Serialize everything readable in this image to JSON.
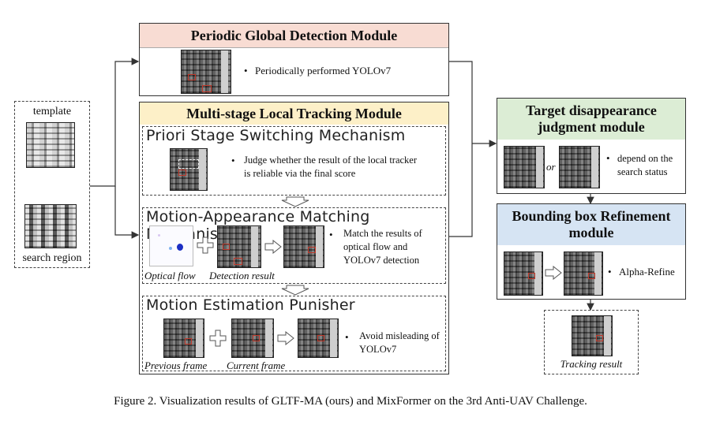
{
  "input": {
    "template_label": "template",
    "search_label": "search region"
  },
  "periodic": {
    "title": "Periodic Global Detection Module",
    "text": "Periodically performed YOLOv7",
    "title_bg": "#f8dcd3"
  },
  "multistage": {
    "title": "Multi-stage Local Tracking Module",
    "title_bg": "#fdf0c8",
    "priori": {
      "title": "Priori Stage Switching Mechanism",
      "text": "Judge whether the result of the local tracker is reliable via the final score"
    },
    "motion": {
      "title": "Motion-Appearance Matching Mechanism",
      "text": "Match the results of optical flow and YOLOv7 detection",
      "caption_flow": "Optical flow",
      "caption_detect": "Detection result"
    },
    "punisher": {
      "title": "Motion Estimation Punisher",
      "text": "Avoid misleading of YOLOv7",
      "caption_prev": "Previous frame",
      "caption_curr": "Current frame"
    }
  },
  "disappearance": {
    "title": "Target disappearance judgment module",
    "or_text": "or",
    "text": "depend on the search status",
    "title_bg": "#dcedd5"
  },
  "refinement": {
    "title": "Bounding box Refinement module",
    "text": "Alpha-Refine",
    "title_bg": "#d6e4f3"
  },
  "result": {
    "caption": "Tracking result"
  },
  "figure_caption": "Figure 2. Visualization results of GLTF-MA (ours) and MixFormer on the 3rd Anti-UAV Challenge.",
  "bullet": "•",
  "icons": [
    "plus-icon",
    "hollow-right-arrow-icon",
    "hollow-down-arrow-icon"
  ]
}
